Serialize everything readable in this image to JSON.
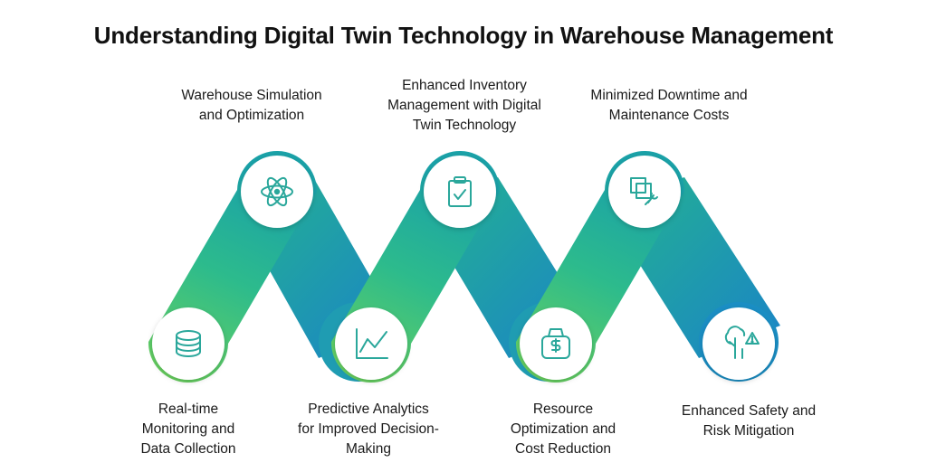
{
  "title": "Understanding Digital Twin Technology in Warehouse Management",
  "colors": {
    "gradient_green": "#6fd35a",
    "gradient_teal": "#22b39a",
    "gradient_blue": "#1a87c9",
    "icon_stroke": "#2aa79b",
    "circle_fill": "#ffffff"
  },
  "steps": [
    {
      "label": "Real-time Monitoring and Data Collection",
      "lines": [
        "Real-time",
        "Monitoring and",
        "Data Collection"
      ],
      "icon": "database-icon"
    },
    {
      "label": "Warehouse Simulation and Optimization",
      "lines": [
        "Warehouse Simulation",
        "and Optimization"
      ],
      "icon": "atom-icon"
    },
    {
      "label": "Predictive Analytics for Improved Decision-Making",
      "lines": [
        "Predictive Analytics",
        "for Improved Decision-",
        "Making"
      ],
      "icon": "line-chart-icon"
    },
    {
      "label": "Enhanced Inventory Management with Digital Twin Technology",
      "lines": [
        "Enhanced Inventory",
        "Management with Digital",
        "Twin Technology"
      ],
      "icon": "clipboard-check-icon"
    },
    {
      "label": "Resource Optimization and Cost Reduction",
      "lines": [
        "Resource",
        "Optimization and",
        "Cost Reduction"
      ],
      "icon": "money-bag-icon"
    },
    {
      "label": "Minimized Downtime and Maintenance Costs",
      "lines": [
        "Minimized Downtime and",
        "Maintenance Costs"
      ],
      "icon": "layers-wrench-icon"
    },
    {
      "label": "Enhanced Safety and Risk Mitigation",
      "lines": [
        "Enhanced Safety and",
        "Risk Mitigation"
      ],
      "icon": "tree-warning-icon"
    }
  ]
}
